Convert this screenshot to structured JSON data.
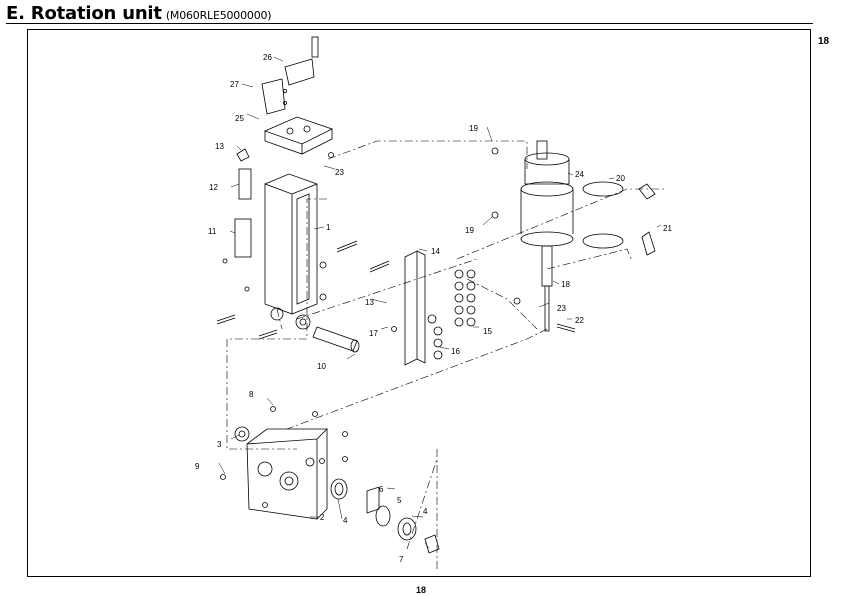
{
  "header": {
    "title": "E. Rotation unit",
    "code": "(M060RLE5000000)"
  },
  "page": {
    "side_number": "18",
    "footer_number": "18"
  },
  "callouts": [
    "1",
    "2",
    "3",
    "4",
    "4",
    "5",
    "6",
    "7",
    "8",
    "9",
    "10",
    "11",
    "12",
    "13",
    "13",
    "14",
    "15",
    "16",
    "17",
    "18",
    "19",
    "19",
    "20",
    "21",
    "22",
    "23",
    "23",
    "24",
    "25",
    "26",
    "27"
  ]
}
